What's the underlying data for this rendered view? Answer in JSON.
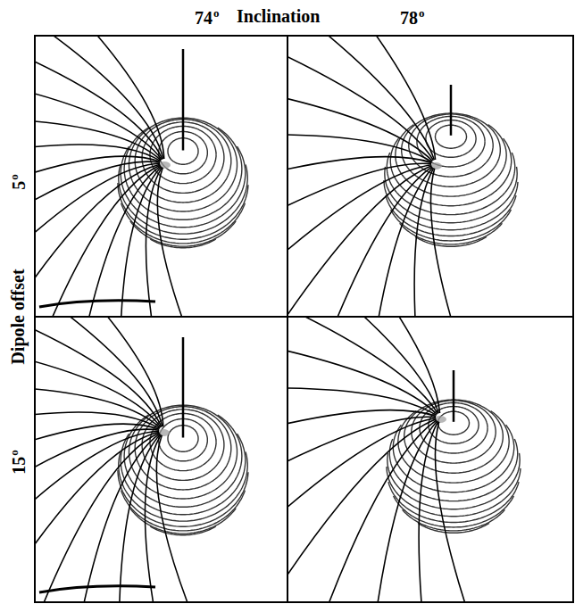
{
  "diagram": {
    "labels": [
      "74",
      "o",
      "Inclination",
      "78",
      "o",
      "5",
      "o",
      "Dipole offset",
      "15",
      "o"
    ]
  }
}
